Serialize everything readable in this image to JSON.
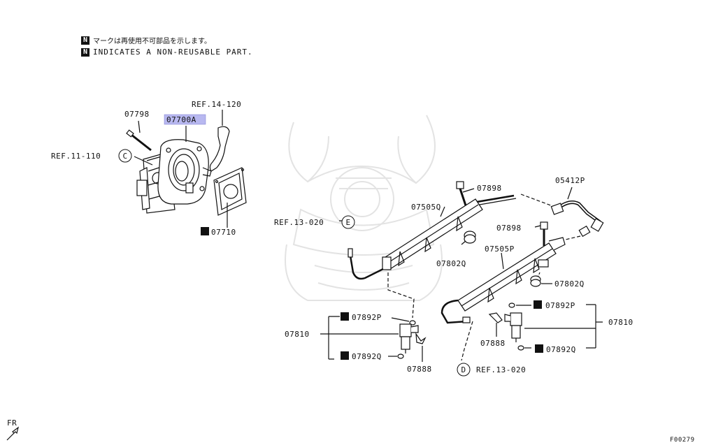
{
  "legend": {
    "line1": "マークは再使用不可部品を示します。",
    "line2": "INDICATES A NON-REUSABLE PART.",
    "badge": "N"
  },
  "labels": {
    "p07798": "07798",
    "p07700A": "07700A",
    "ref14_120": "REF.14-120",
    "ref11_110": "REF.11-110",
    "circle_c": "C",
    "p07710": "07710",
    "p07898_top": "07898",
    "p05412P": "05412P",
    "p07505Q": "07505Q",
    "p07898_mid": "07898",
    "ref13_020_left": "REF.13-020",
    "circle_e": "E",
    "p07802Q_left": "07802Q",
    "p07505P": "07505P",
    "p07802Q_right": "07802Q",
    "p07892P_left": "07892P",
    "p07892P_right": "07892P",
    "p07810_left": "07810",
    "p07810_right": "07810",
    "p07888_left": "07888",
    "p07888_right": "07888",
    "p07892Q_left": "07892Q",
    "p07892Q_right": "07892Q",
    "ref13_020_bottom": "REF.13-020",
    "circle_d": "D",
    "fr": "FR",
    "figure_code": "F00279"
  },
  "colors": {
    "line": "#111111",
    "highlight": "#b8b8f0",
    "watermark": "#e6e6e6"
  }
}
